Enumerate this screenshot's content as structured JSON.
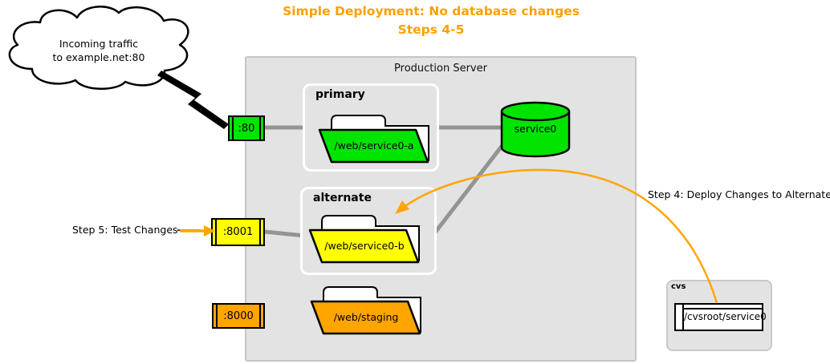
{
  "title": {
    "line1": "Simple Deployment: No database changes",
    "line2": "Steps 4-5"
  },
  "cloud": {
    "line1": "Incoming traffic",
    "line2": "to example.net:80"
  },
  "production_server": {
    "label": "Production Server"
  },
  "primary_group": {
    "label": "primary",
    "folder": {
      "label": "/web/service0-a"
    }
  },
  "alternate_group": {
    "label": "alternate",
    "folder": {
      "label": "/web/service0-b"
    }
  },
  "staging_folder": {
    "label": "/web/staging"
  },
  "database": {
    "label": "service0"
  },
  "ports": {
    "http": {
      "label": ":80"
    },
    "alternate": {
      "label": ":8001"
    },
    "staging": {
      "label": ":8000"
    }
  },
  "annotations": {
    "step4": {
      "label": "Step 4: Deploy Changes to Alternate"
    },
    "step5": {
      "label": "Step 5: Test Changes"
    }
  },
  "cvs": {
    "label": "cvs",
    "repository": {
      "label": "/cvsroot/service0"
    }
  },
  "colors": {
    "title": "#ffa000",
    "green": "#00e400",
    "yellow": "#ffff00",
    "orange": "#ffa500",
    "arrow": "#ffa500",
    "connector": "#949494",
    "panel_gray": "#e3e3e3",
    "outline": "#000000"
  }
}
